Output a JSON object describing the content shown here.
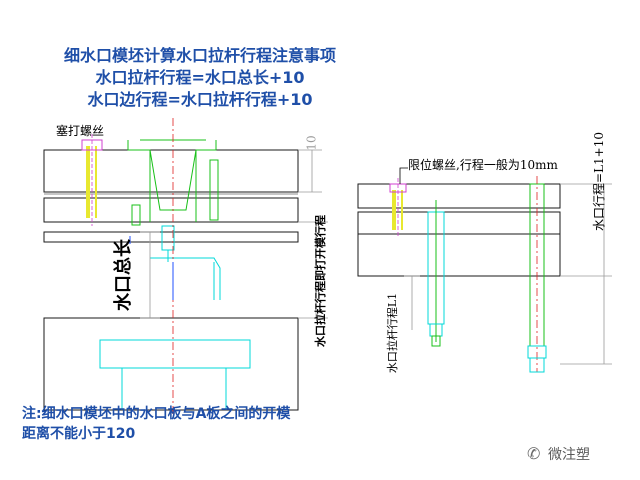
{
  "titles": {
    "line1": "细水口模坯计算水口拉杆行程注意事项",
    "line2": "水口拉杆行程=水口总长+10",
    "line3": "水口边行程=水口拉杆行程+10"
  },
  "labels": {
    "plug_screw": "塞打螺丝",
    "nozzle_length": "水口总长",
    "dim_10": "10",
    "puller_stroke_vertical": "水口拉杆行程即打开模行程",
    "limit_screw": "限位螺丝,行程一般为10mm",
    "puller_stroke_l1": "水口拉杆行程L1",
    "side_stroke": "水口行程=L1+10"
  },
  "note": {
    "line1": "注:细水口模坯中的水口板与A板之间的开模",
    "line2": "距离不能小于120"
  },
  "brand": {
    "name": "微注塑",
    "icon": "wechat-icon"
  },
  "colors": {
    "title_text": "#1f4fa8",
    "plate_stroke": "#1a1a1a",
    "cyan": "#00d8d8",
    "green": "#18c018",
    "red": "#e02020",
    "yellow": "#e8e830",
    "magenta": "#d040d0",
    "blue": "#2050ff",
    "dim_line": "#9a9a9a"
  }
}
